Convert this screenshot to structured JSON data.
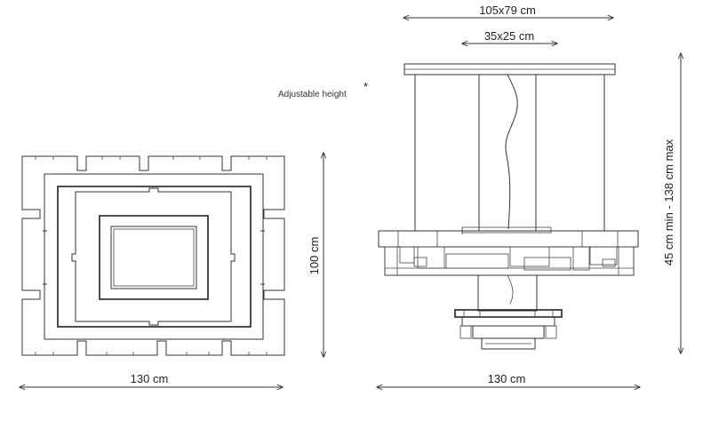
{
  "plan_view": {
    "width_label": "130 cm",
    "depth_label": "100 cm"
  },
  "elevation_view": {
    "canopy_large_label": "105x79 cm",
    "canopy_small_label": "35x25 cm",
    "height_label": "45 cm min - 138 cm max",
    "width_label": "130 cm",
    "adjustable_note": "Adjustable height",
    "asterisk": "*"
  }
}
